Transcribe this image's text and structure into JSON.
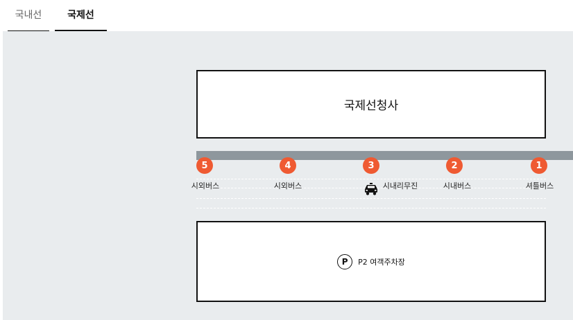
{
  "tabs": [
    {
      "label": "국내선",
      "active": false
    },
    {
      "label": "국제선",
      "active": true
    }
  ],
  "map": {
    "terminal_label": "국제선청사",
    "parking_label": "P2 여객주차장",
    "parking_icon": "P",
    "stops": [
      {
        "number": "5",
        "label": "시외버스"
      },
      {
        "number": "4",
        "label": "시외버스"
      },
      {
        "number": "3",
        "label": "시내리무진",
        "icon": "taxi-icon"
      },
      {
        "number": "2",
        "label": "시내버스"
      },
      {
        "number": "1",
        "label": "셔틀버스"
      }
    ]
  },
  "colors": {
    "stop_badge": "#ef5a32",
    "road": "#8e979d",
    "map_background": "#e9ecee"
  }
}
